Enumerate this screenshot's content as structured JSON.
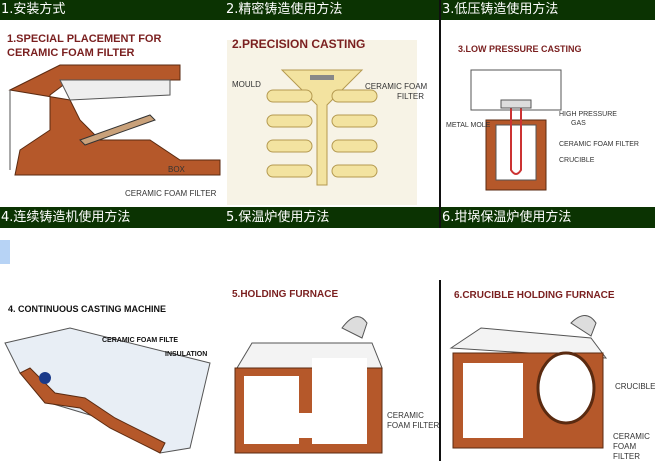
{
  "headers": {
    "row1": [
      "1.安装方式",
      "2.精密铸造使用方法",
      "3.低压铸造使用方法"
    ],
    "row2": [
      "4.连续铸造机使用方法",
      "5.保温炉使用方法",
      "6.坩埚保温炉使用方法"
    ]
  },
  "panels": {
    "p1": {
      "title1": "1.SPECIAL PLACEMENT FOR",
      "title2": "CERAMIC FOAM FILTER",
      "box": "BOX",
      "filter": "CERAMIC FOAM FILTER"
    },
    "p2": {
      "title": "2.PRECISION CASTING",
      "mould": "MOULD",
      "filter1": "CERAMIC FOAM",
      "filter2": "FILTER"
    },
    "p3": {
      "title": "3.LOW PRESSURE CASTING",
      "metal": "METAL MOLE",
      "gas1": "HIGH PRESSURE",
      "gas2": "GAS",
      "filter": "CERAMIC FOAM FILTER",
      "crucible": "CRUCIBLE"
    },
    "p4": {
      "title": "4.  CONTINUOUS  CASTING  MACHINE",
      "filter": "CERAMIC FOAM FILTE",
      "insulation": "INSULATION"
    },
    "p5": {
      "title": "5.HOLDING FURNACE",
      "filter1": "CERAMIC",
      "filter2": "FOAM FILTER"
    },
    "p6": {
      "title": "6.CRUCIBLE HOLDING FURNACE",
      "crucible": "CRUCIBLE",
      "filter1": "CERAMIC",
      "filter2": "FOAM",
      "filter3": "FILTER"
    }
  },
  "colors": {
    "header": "#0b3302",
    "refractory": "#b5582a",
    "mould": "#f3e3a0",
    "title": "#7a1f1f"
  }
}
